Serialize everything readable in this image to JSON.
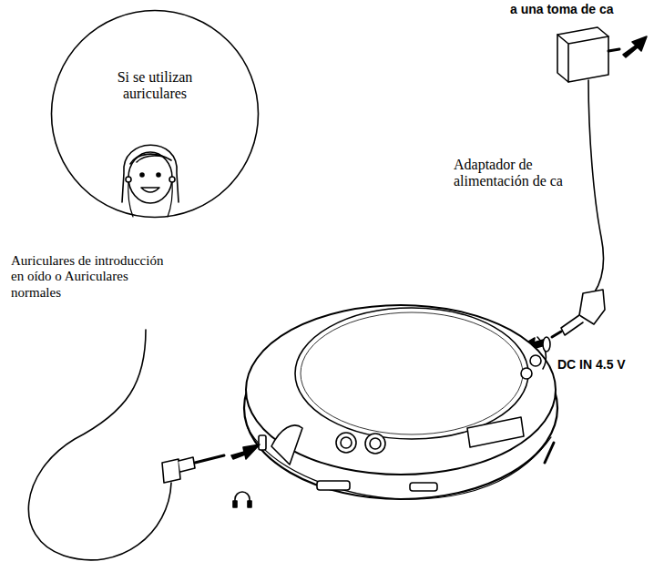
{
  "diagram": {
    "nodes": [
      {
        "text": [
          "Si se utilizan auriculares"
        ]
      }
    ],
    "labels": [
      "a una toma de ca",
      "Adaptador de alimentación de ca",
      "Auriculares de introducción en oído o Auriculares normales",
      "DC IN 4.5 V"
    ]
  }
}
